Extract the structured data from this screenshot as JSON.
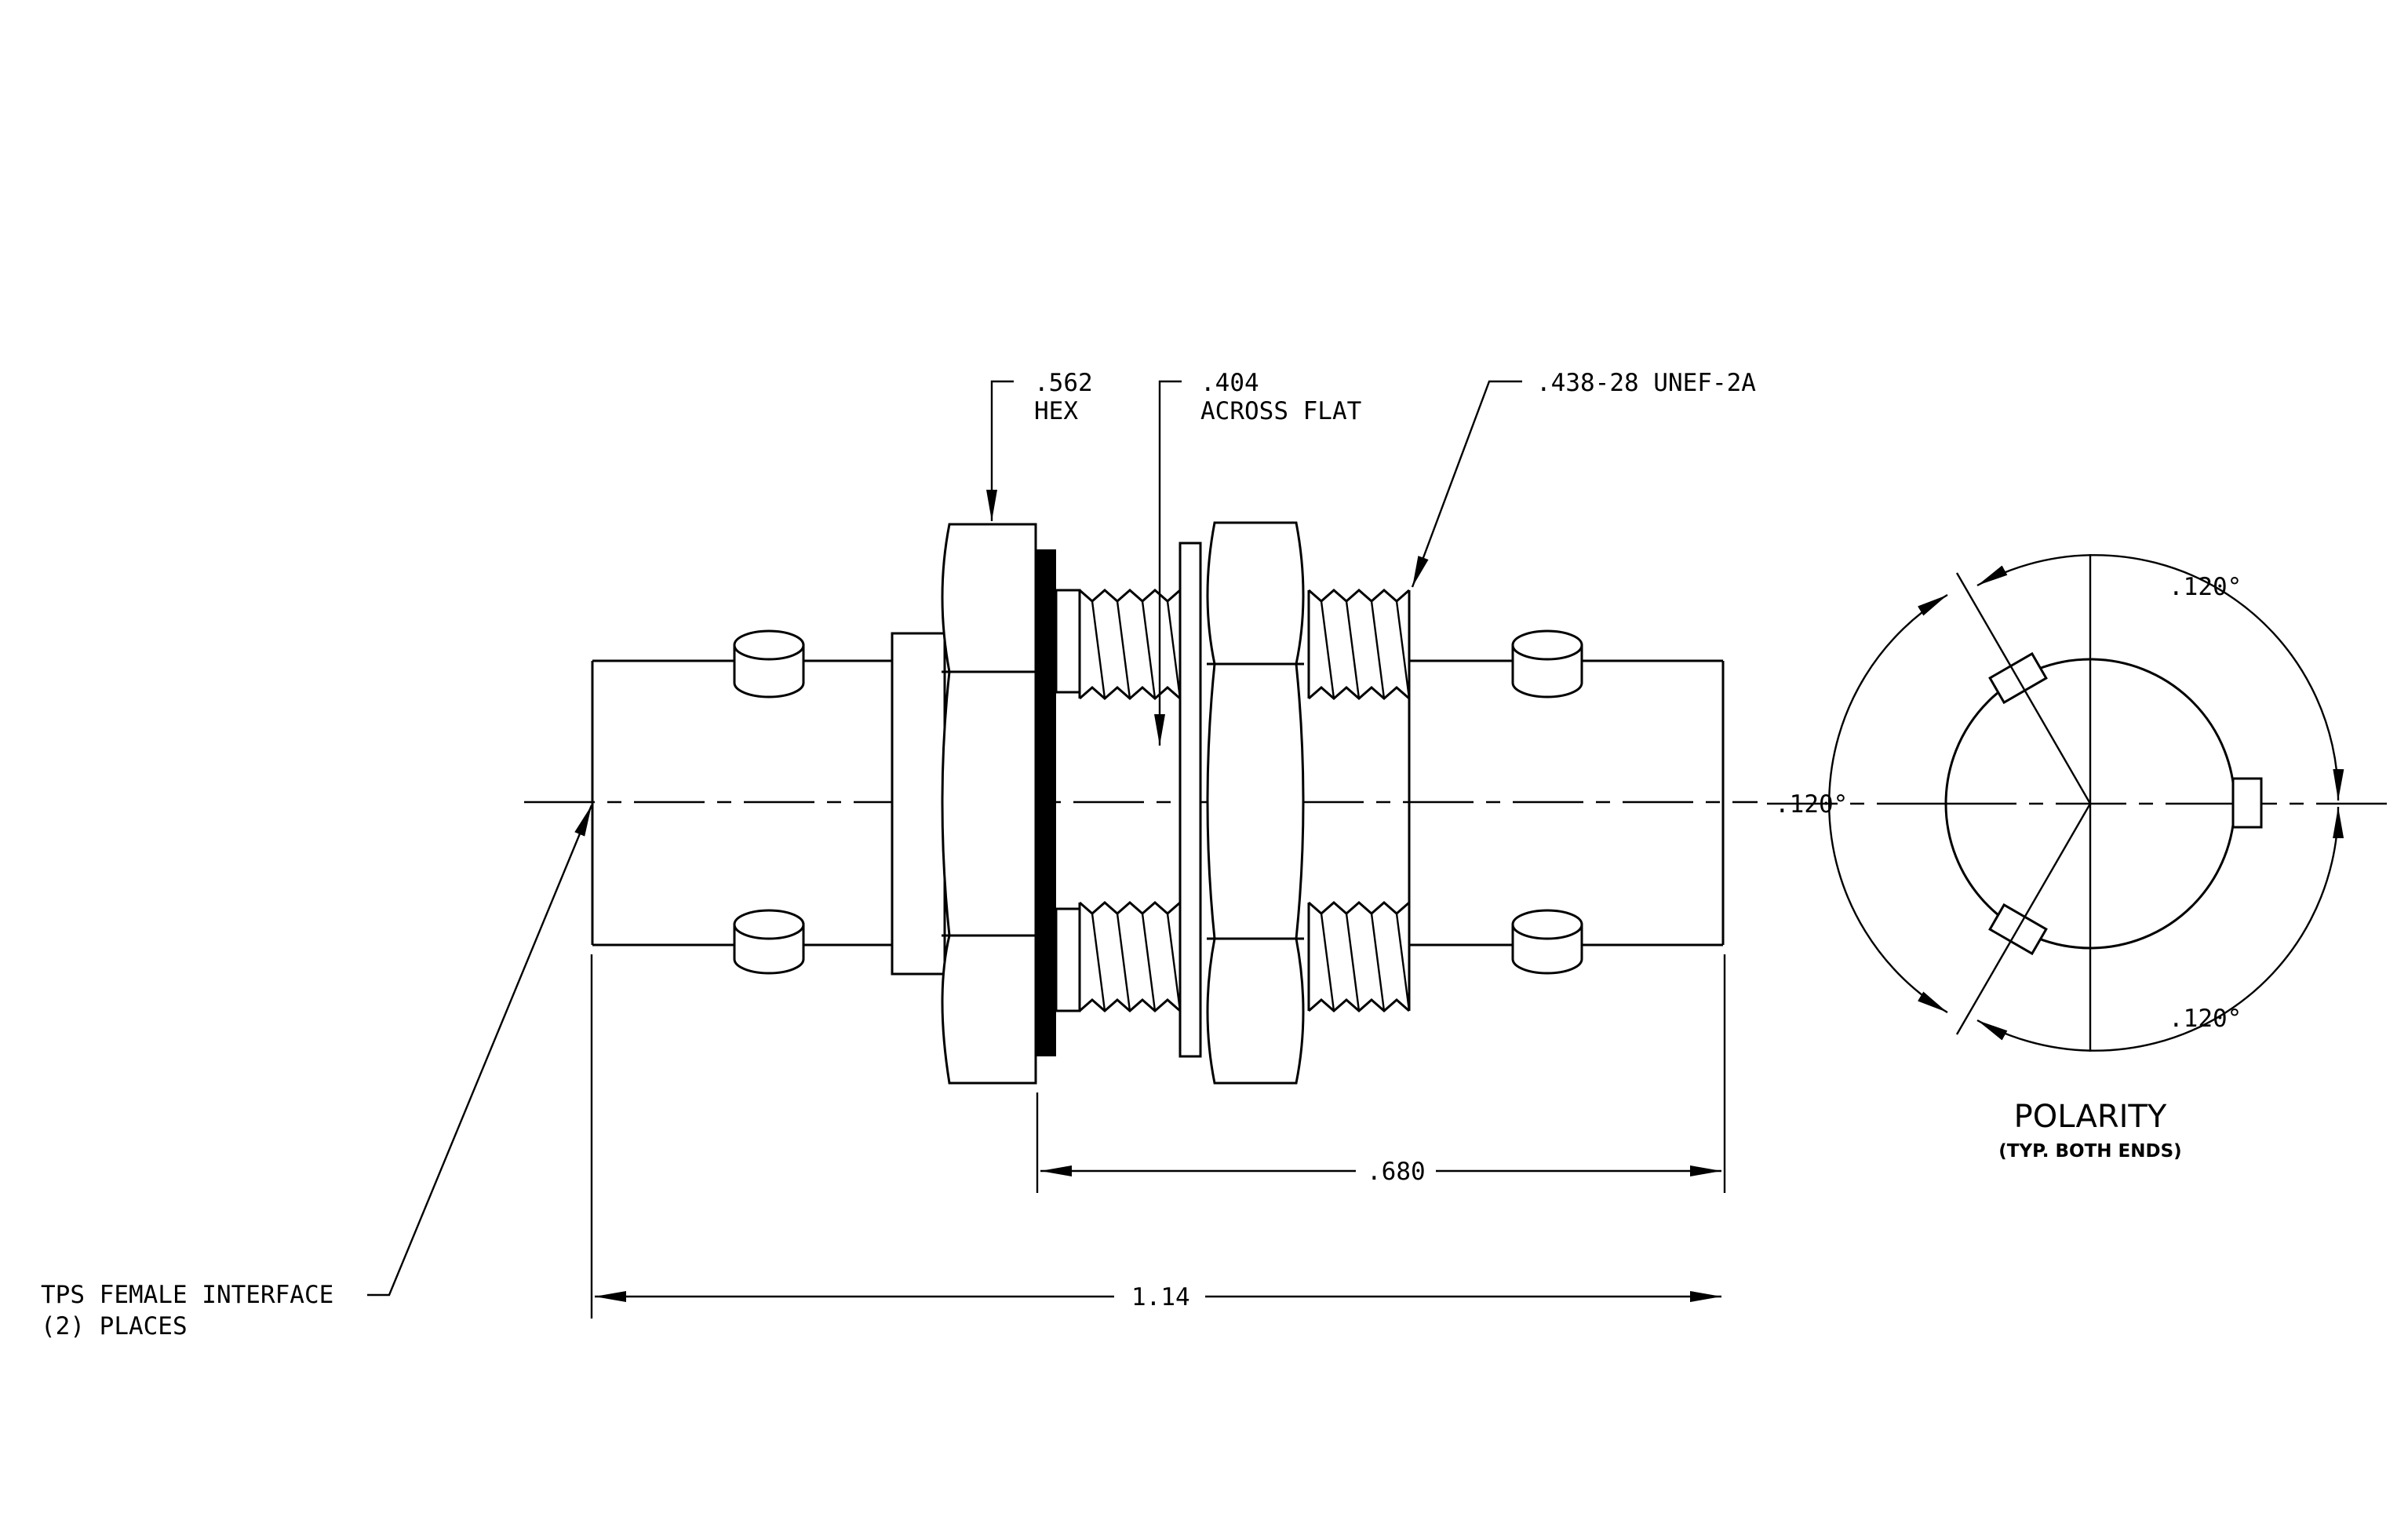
{
  "callouts": {
    "hex_value": ".562",
    "hex_label": "HEX",
    "flat_value": ".404",
    "flat_label": "ACROSS FLAT",
    "thread": ".438-28 UNEF-2A",
    "interface_line1": "TPS FEMALE INTERFACE",
    "interface_line2": "(2)  PLACES"
  },
  "dimensions": {
    "inner_length": ".680",
    "overall_length": "1.14"
  },
  "polarity": {
    "title": "POLARITY",
    "subtitle": "(TYP. BOTH ENDS)",
    "angle_top": ".120°",
    "angle_left": ".120°",
    "angle_bottom": ".120°"
  },
  "colors": {
    "line": "#000000",
    "background": "#ffffff"
  }
}
